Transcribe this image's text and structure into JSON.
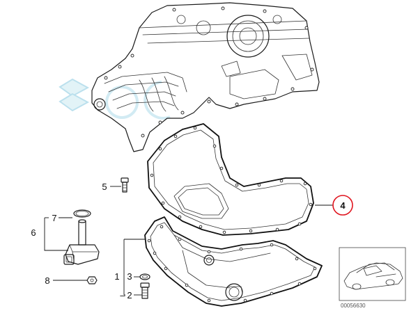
{
  "callouts": [
    {
      "id": "1",
      "label": "1"
    },
    {
      "id": "2",
      "label": "2"
    },
    {
      "id": "3",
      "label": "3"
    },
    {
      "id": "4",
      "label": "4",
      "highlight_color": "#e0141e"
    },
    {
      "id": "5",
      "label": "5"
    },
    {
      "id": "6",
      "label": "6"
    },
    {
      "id": "7",
      "label": "7"
    },
    {
      "id": "8",
      "label": "8"
    }
  ],
  "thumbnail": {
    "code": "00056630"
  },
  "watermark": {
    "color": "#9fd4e6"
  },
  "colors": {
    "line": "#1a1a1a",
    "highlight": "#e0141e",
    "background": "#ffffff"
  }
}
